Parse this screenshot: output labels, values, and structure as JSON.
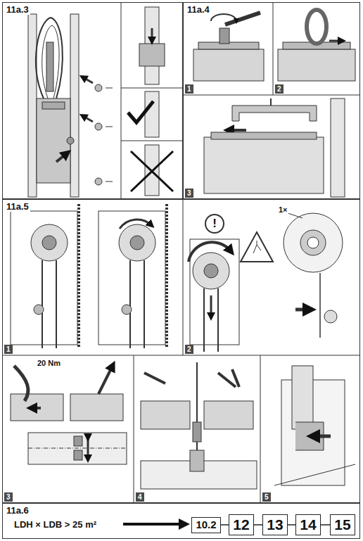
{
  "diagram": {
    "nodes": [
      {
        "text": [
          "11a.3"
        ]
      },
      {
        "text": [
          "11a.4"
        ]
      },
      {
        "text": [
          "11a.5"
        ]
      },
      {
        "text": [
          "11a.6",
          "LDH × LDB > 25 m²"
        ]
      },
      {
        "text": [
          "10.2"
        ],
        "in": 3
      },
      {
        "text": [
          "12"
        ],
        "in": 3
      },
      {
        "text": [
          "13"
        ],
        "in": 3
      },
      {
        "text": [
          "14"
        ],
        "in": 3
      },
      {
        "text": [
          "15"
        ],
        "in": 3
      }
    ],
    "edges": [
      {
        "from": 4,
        "to": 5,
        "arrow": "none"
      },
      {
        "from": 5,
        "to": 6,
        "arrow": "none"
      },
      {
        "from": 6,
        "to": 7,
        "arrow": "none"
      },
      {
        "from": 7,
        "to": 8,
        "arrow": "none"
      }
    ],
    "labels": [
      "1",
      "2",
      "3",
      "1",
      "2",
      "!",
      "1×",
      "3",
      "20 Nm",
      "4",
      "5"
    ]
  }
}
